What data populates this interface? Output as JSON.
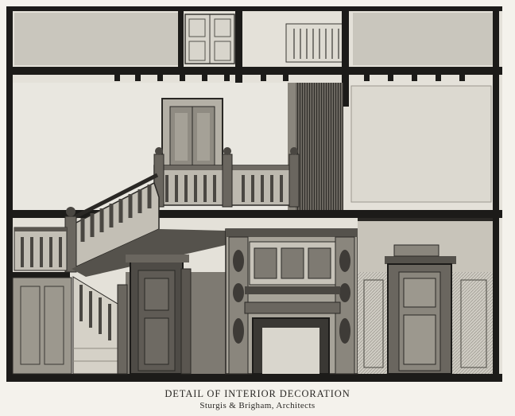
{
  "plate": {
    "kind": "architectural elevation drawing"
  },
  "caption": {
    "title": "DETAIL OF INTERIOR DECORATION",
    "credit": "Sturgis & Brigham, Architects"
  },
  "colors": {
    "paper": "#f4f2ec",
    "ink": "#1c1b19",
    "wash_light": "#d6d3ca",
    "wash_mid": "#a9a59b",
    "wash_dark": "#55524c"
  }
}
